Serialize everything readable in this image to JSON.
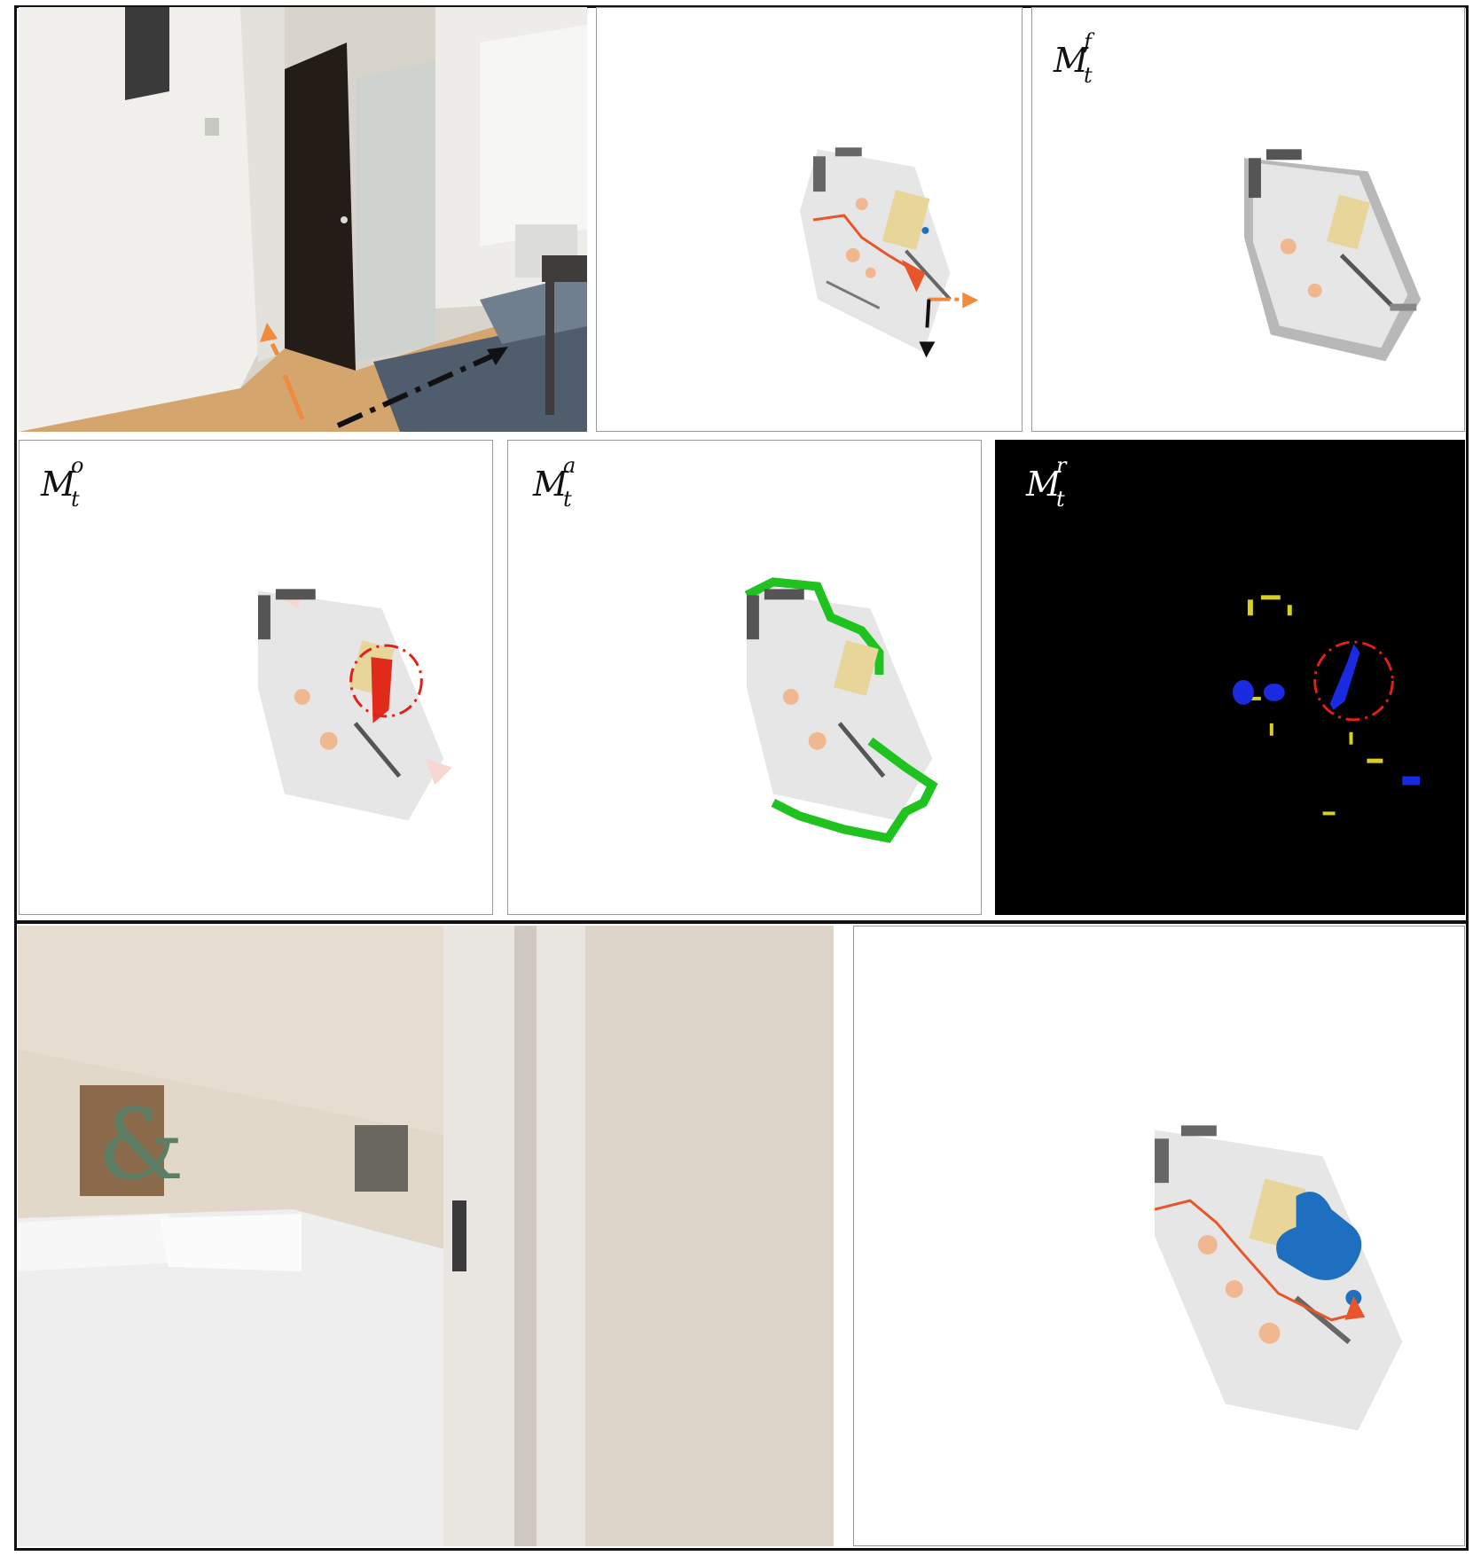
{
  "panels": {
    "rgb_current": {
      "arrows": [
        "orange",
        "black"
      ]
    },
    "semantic_map_current": {
      "arrows": [
        "orange",
        "black"
      ]
    },
    "frontier_map": {
      "label": {
        "base": "M",
        "sup": "f",
        "sub": "t"
      }
    },
    "occupancy_map": {
      "label": {
        "base": "M",
        "sup": "o",
        "sub": "t"
      }
    },
    "attention_map": {
      "label": {
        "base": "M",
        "sup": "a",
        "sub": "t"
      }
    },
    "reachability_map": {
      "label": {
        "base": "M",
        "sup": "r",
        "sub": "t"
      }
    },
    "rgb_next": {},
    "semantic_map_next": {}
  },
  "colors": {
    "frame": "#111111",
    "trajectory": "#e8552a",
    "orange_arrow": "#f08a3c",
    "black_arrow": "#111111",
    "highlight_circle": "#e0201a",
    "attention_border": "#1fc21f",
    "goal_blob": "#1f6fc0",
    "object_tan": "#e8d59a",
    "object_peach": "#f0b890",
    "floor": "#e6e6e6",
    "wall": "#555555",
    "reach_blue": "#1a2ae0",
    "reach_yellow": "#d8d020"
  }
}
